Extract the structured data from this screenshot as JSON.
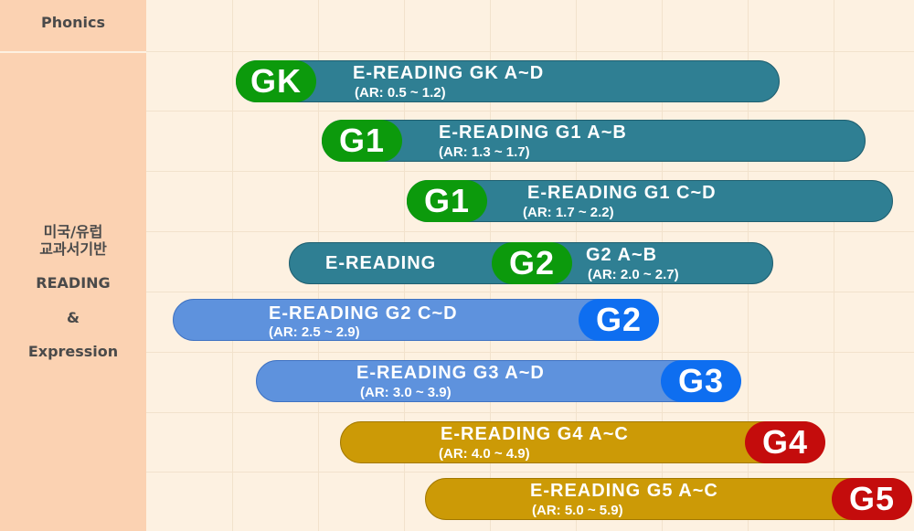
{
  "categories": {
    "phonics": "Phonics",
    "reading_lines": [
      "미국/유럽",
      "교과서기반",
      "READING",
      "&",
      "Expression"
    ]
  },
  "colors": {
    "left_column": "#fbd2b2",
    "background": "#fdf1e1",
    "teal_bar": "#2f7f93",
    "blue_bar": "#5e92dd",
    "gold_bar": "#cc9a06",
    "green_badge": "#0c9a0c",
    "blue_badge": "#0e6ef0",
    "red_badge": "#c40c0c"
  },
  "courses": [
    {
      "badge": "GK",
      "title": "E-READING GK A~D",
      "ar": "(AR: 0.5 ~ 1.2)"
    },
    {
      "badge": "G1",
      "title": "E-READING G1 A~B",
      "ar": "(AR: 1.3 ~ 1.7)"
    },
    {
      "badge": "G1",
      "title": "E-READING G1 C~D",
      "ar": "(AR: 1.7 ~ 2.2)"
    },
    {
      "badge": "G2",
      "title_left": "E-READING",
      "title": "G2 A~B",
      "ar": "(AR: 2.0 ~ 2.7)"
    },
    {
      "badge": "G2",
      "title": "E-READING G2 C~D",
      "ar": "(AR: 2.5 ~ 2.9)"
    },
    {
      "badge": "G3",
      "title": "E-READING G3 A~D",
      "ar": "(AR: 3.0 ~ 3.9)"
    },
    {
      "badge": "G4",
      "title": "E-READING G4 A~C",
      "ar": "(AR: 4.0 ~ 4.9)"
    },
    {
      "badge": "G5",
      "title": "E-READING G5 A~C",
      "ar": "(AR: 5.0 ~ 5.9)"
    }
  ]
}
